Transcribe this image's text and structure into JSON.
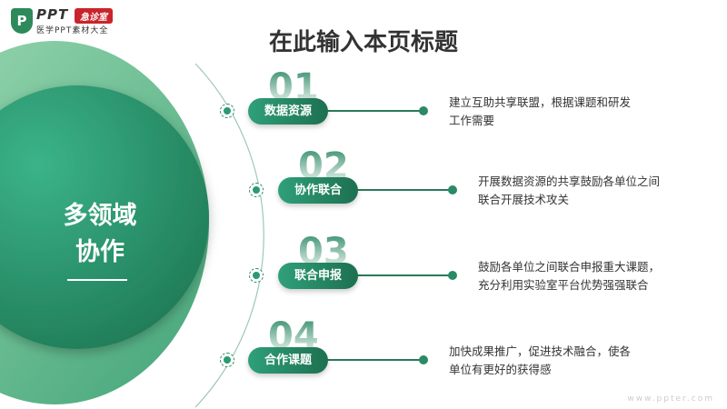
{
  "logo": {
    "brand": "PPT",
    "badge": "急诊室",
    "subtitle": "医学PPT素材大全",
    "icon": "P"
  },
  "title": "在此输入本页标题",
  "center": {
    "line1": "多领域",
    "line2": "协作"
  },
  "items": [
    {
      "num": "01",
      "label": "数据资源",
      "desc": "建立互助共享联盟，根据课题和研发工作需要"
    },
    {
      "num": "02",
      "label": "协作联合",
      "desc": "开展数据资源的共享鼓励各单位之间联合开展技术攻关"
    },
    {
      "num": "03",
      "label": "联合申报",
      "desc": "鼓励各单位之间联合申报重大课题，充分利用实验室平台优势强强联合"
    },
    {
      "num": "04",
      "label": "合作课题",
      "desc": "加快成果推广，促进技术融合，使各单位有更好的获得感"
    }
  ],
  "watermark": "www.ppter.com"
}
